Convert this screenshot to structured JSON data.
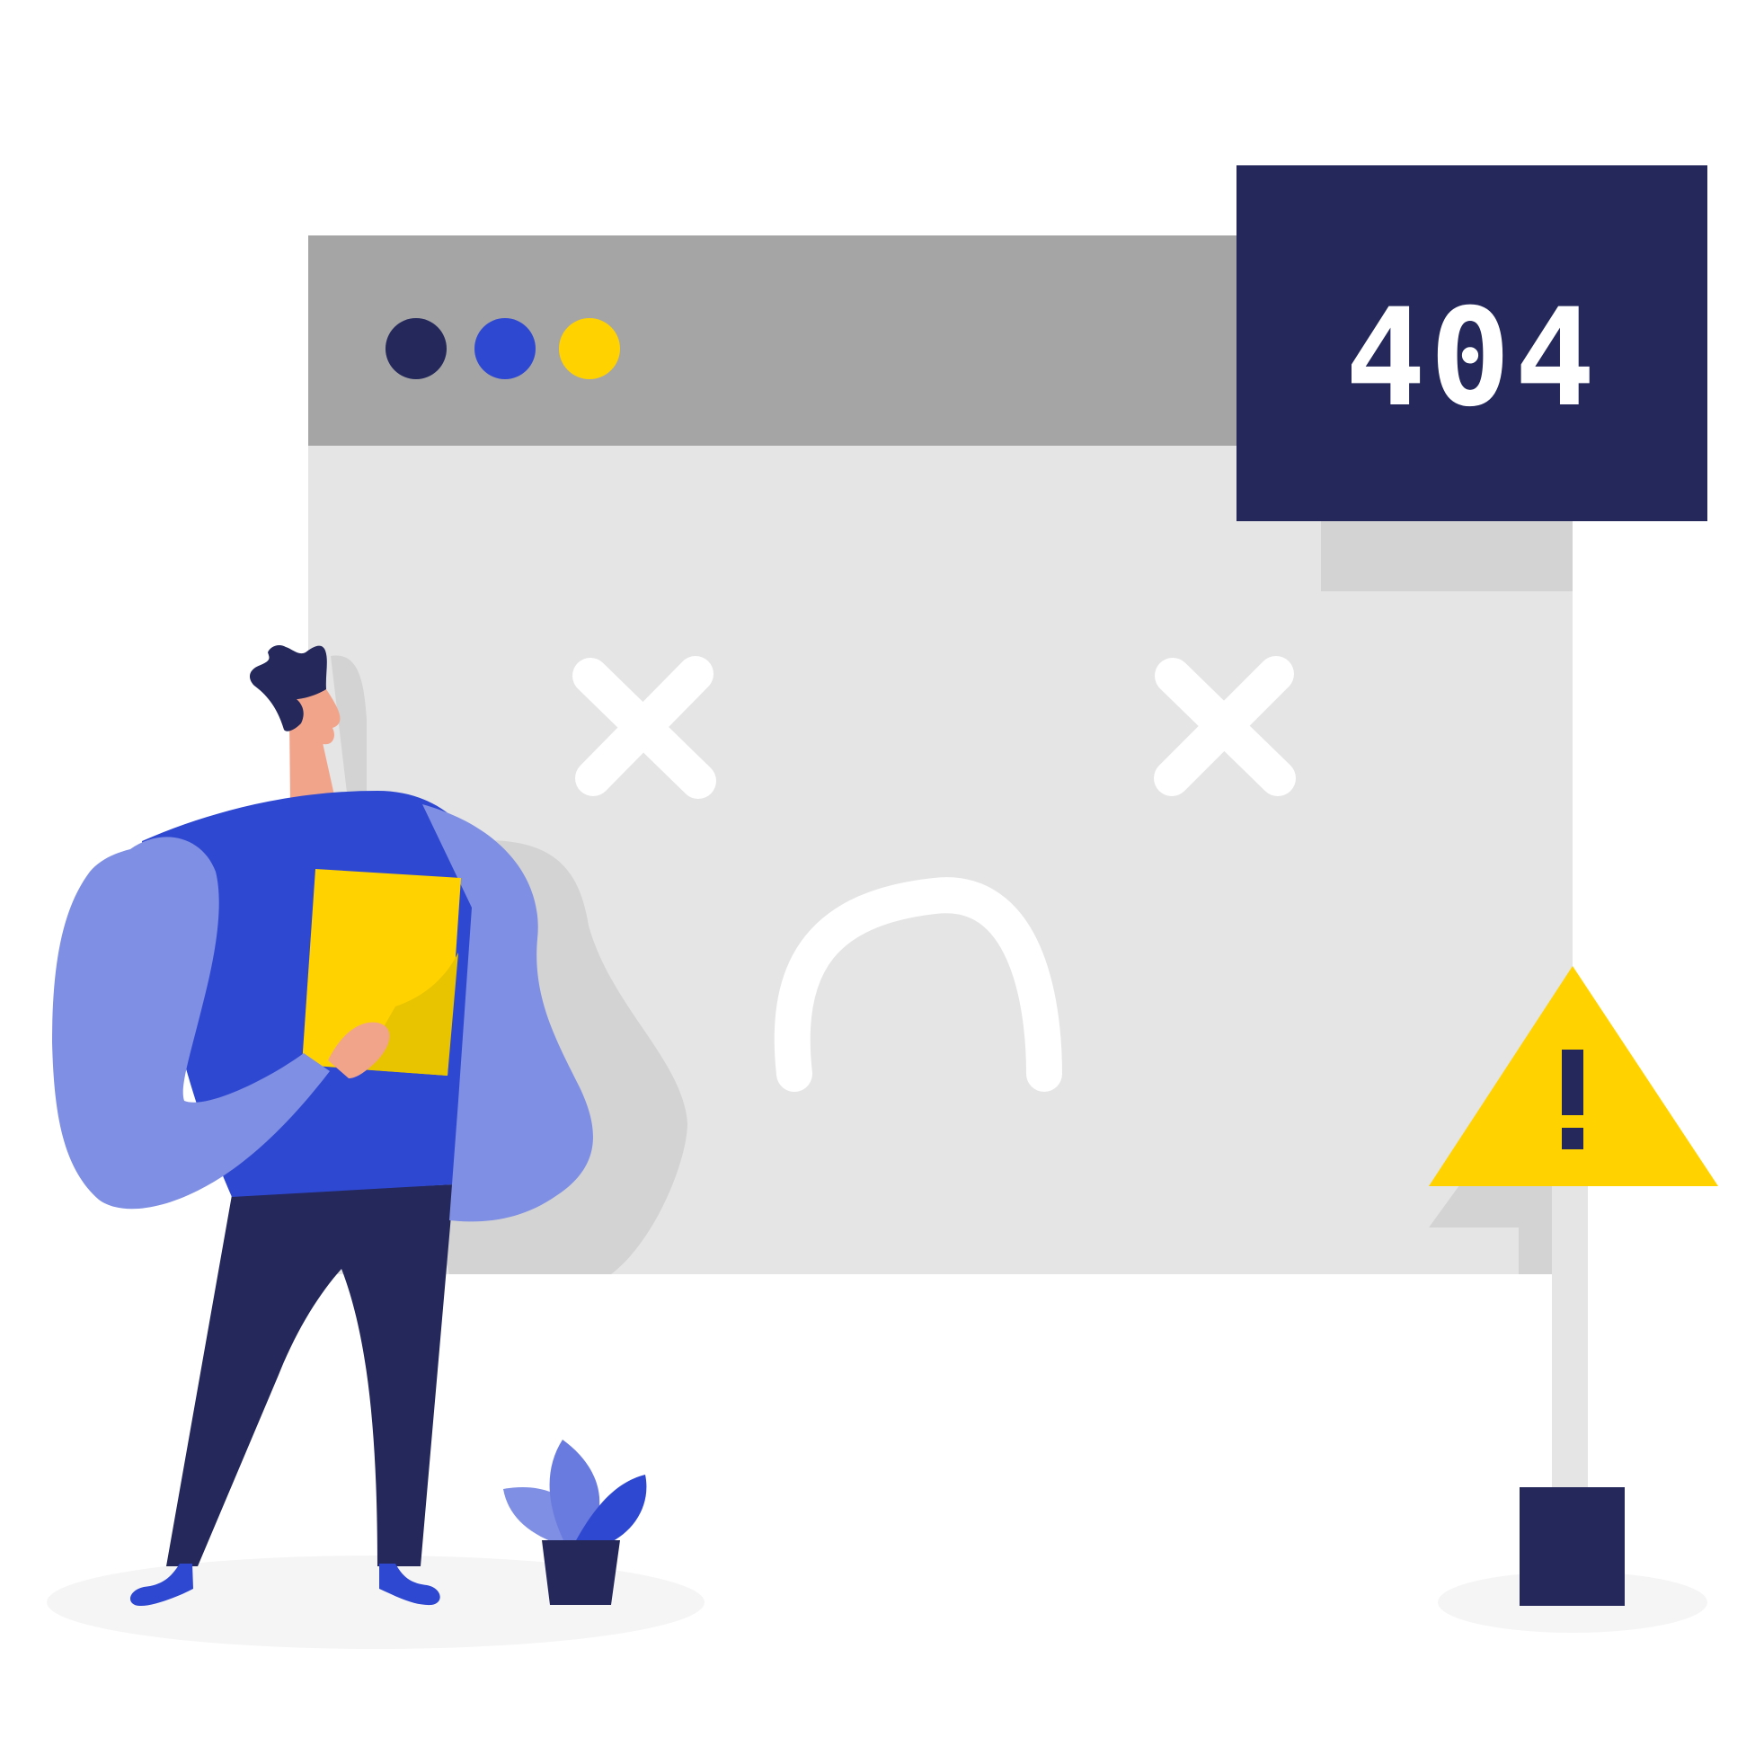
{
  "error_badge": {
    "code": "404"
  },
  "colors": {
    "navy": "#24285b",
    "blue": "#2f48d1",
    "light_blue": "#7f8fe3",
    "yellow": "#ffd200",
    "browser_titlebar": "#a5a5a5",
    "browser_body": "#e5e5e5",
    "shadow": "#d3d3d3",
    "skin": "#f2a48b",
    "ground": "#f5f5f5"
  },
  "icons": {
    "window_dots": [
      "navy-dot",
      "blue-dot",
      "yellow-dot"
    ],
    "face_eyes": [
      "x-eye-icon",
      "x-eye-icon"
    ],
    "warning": "exclamation-icon"
  }
}
